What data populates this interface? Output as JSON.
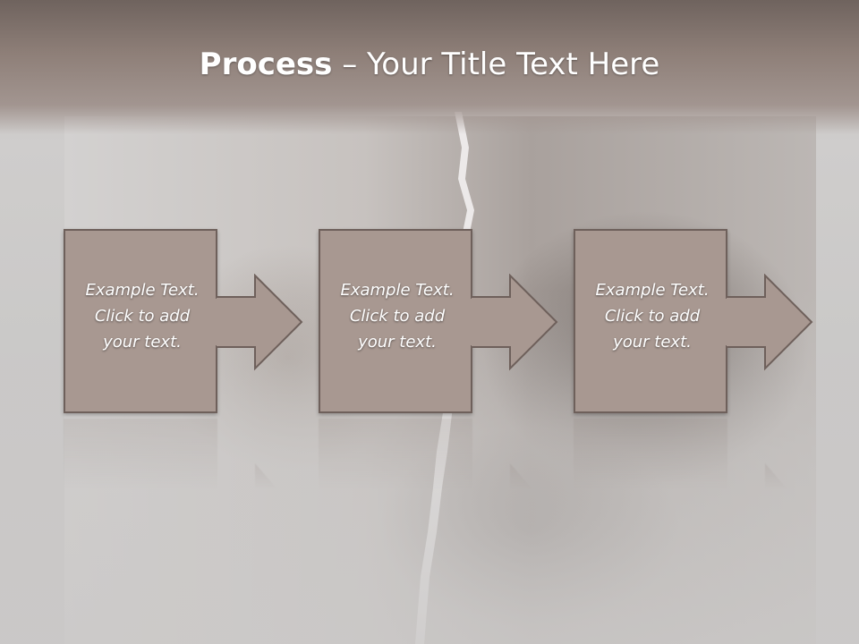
{
  "title": {
    "bold": "Process",
    "dash": " – ",
    "rest": "Your Title Text Here"
  },
  "steps": [
    {
      "line1": "Example Text.",
      "line2": "Click  to add",
      "line3": "your text."
    },
    {
      "line1": "Example Text.",
      "line2": "Click  to add",
      "line3": "your text."
    },
    {
      "line1": "Example Text.",
      "line2": "Click  to add",
      "line3": "your text."
    }
  ],
  "colors": {
    "box_fill": "#a89891",
    "box_border": "#6e605b",
    "title_band": "#8e7f78"
  }
}
